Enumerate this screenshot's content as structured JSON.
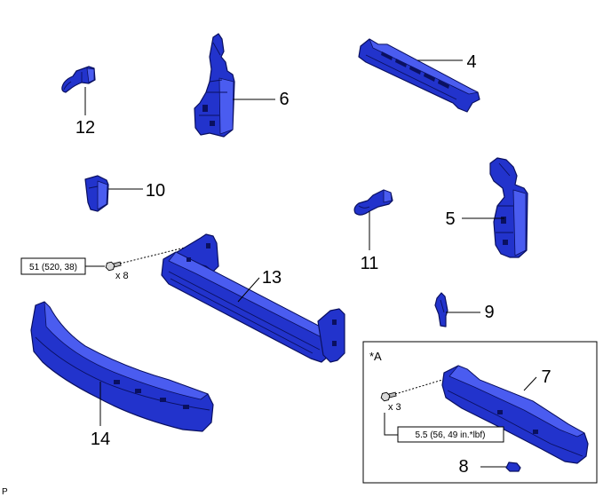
{
  "callouts": {
    "part_12": "12",
    "part_6": "6",
    "part_4": "4",
    "part_10": "10",
    "part_11": "11",
    "part_5": "5",
    "part_13": "13",
    "part_9": "9",
    "part_14": "14",
    "part_7": "7",
    "part_8": "8"
  },
  "fasteners": {
    "main_bolts": {
      "torque": "51 (520, 38)",
      "quantity": "x 8"
    },
    "inset_bolts": {
      "torque": "5.5 (56, 49 in.*lbf)",
      "quantity": "x 3"
    }
  },
  "inset": {
    "label": "*A"
  },
  "page_code": "P",
  "colors": {
    "part_fill": "#2233cc",
    "part_face": "#4a5cf0",
    "part_outline": "#0a1060",
    "line": "#000000"
  }
}
